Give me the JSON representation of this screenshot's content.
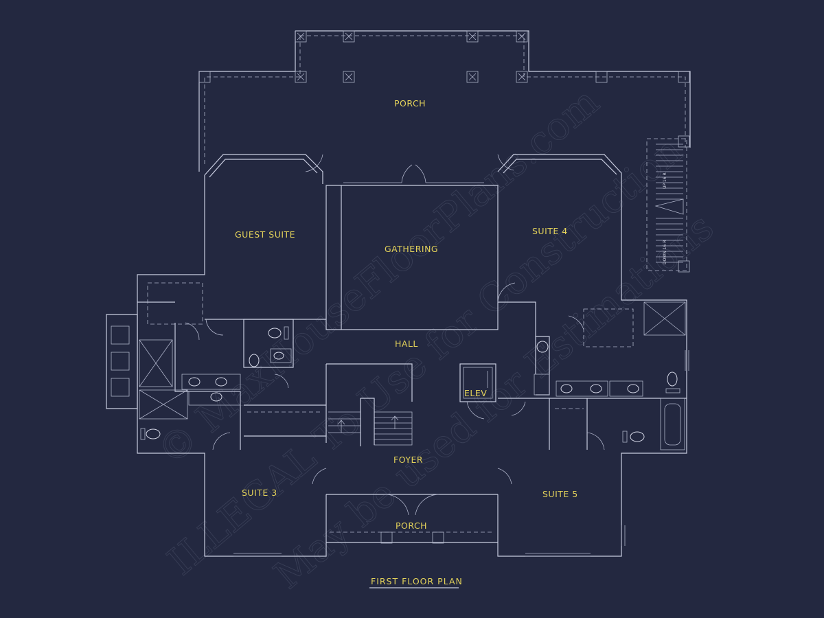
{
  "rooms": {
    "porch_top": "PORCH",
    "guest_suite": "GUEST SUITE",
    "gathering": "GATHERING",
    "suite_4": "SUITE 4",
    "hall": "HALL",
    "elev": "ELEV",
    "foyer": "FOYER",
    "suite_3": "SUITE 3",
    "suite_5": "SUITE 5",
    "porch_front": "PORCH"
  },
  "stairs": {
    "up": "UP 16 R",
    "down": "DOWN 16 R"
  },
  "drawing_title": "FIRST FLOOR PLAN",
  "watermark": {
    "line1": "© MaxHouseFloorPlans.com",
    "line2": "ILLEGAL To Use for Construction",
    "line3": "May be used for Estimations"
  },
  "colors": {
    "background": "#232840",
    "linework": "#c9cde0",
    "labels": "#e3d25a",
    "watermark": "#4a5068"
  }
}
